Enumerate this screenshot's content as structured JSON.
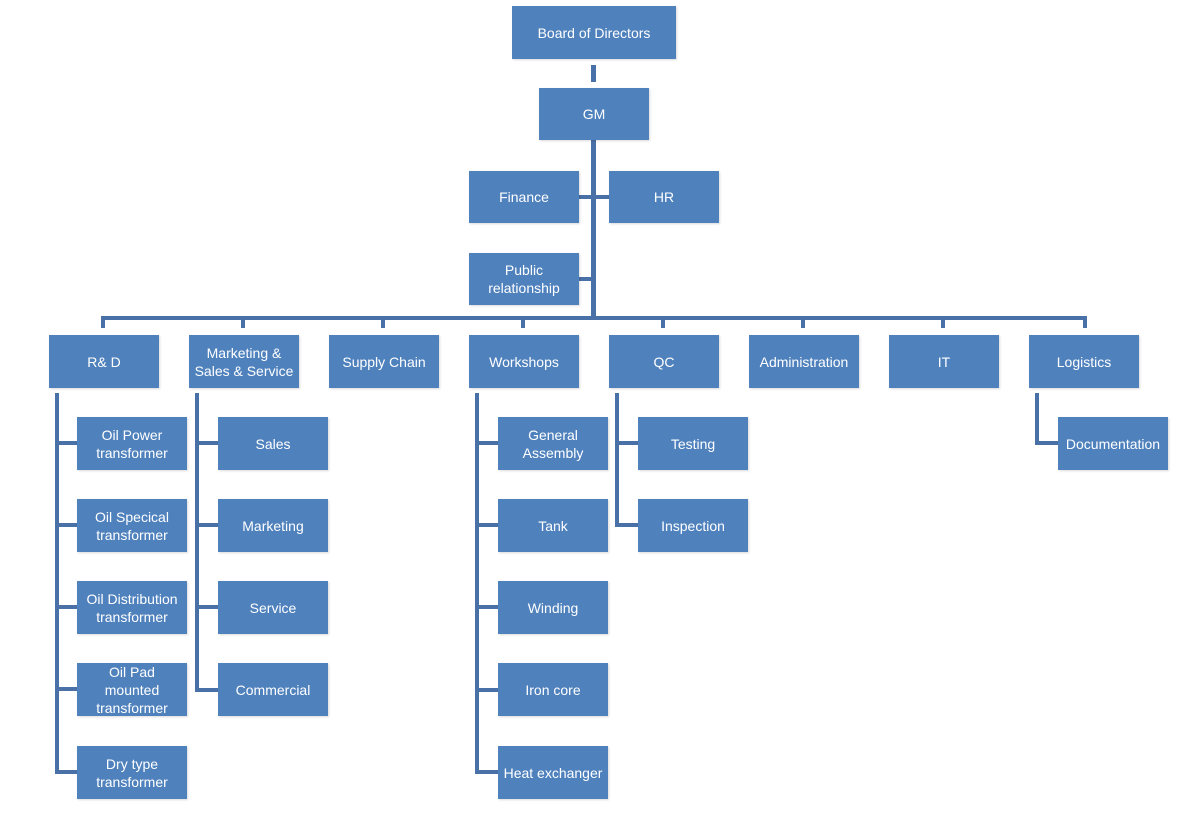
{
  "top": {
    "board": "Board of Directors",
    "gm": "GM"
  },
  "staff": {
    "finance": "Finance",
    "hr": "HR",
    "pr": "Public\nrelationship"
  },
  "departments": [
    {
      "key": "rnd",
      "label": "R& D",
      "children": [
        "Oil Power\ntransformer",
        "Oil Specical\ntransformer",
        "Oil Distribution\ntransformer",
        "Oil Pad mounted\ntransformer",
        "Dry type\ntransformer"
      ]
    },
    {
      "key": "marketing",
      "label": "Marketing &\nSales & Service",
      "children": [
        "Sales",
        "Marketing",
        "Service",
        "Commercial"
      ]
    },
    {
      "key": "supply",
      "label": "Supply Chain",
      "children": []
    },
    {
      "key": "workshops",
      "label": "Workshops",
      "children": [
        "General\nAssembly",
        "Tank",
        "Winding",
        "Iron core",
        "Heat exchanger"
      ]
    },
    {
      "key": "qc",
      "label": "QC",
      "children": [
        "Testing",
        "Inspection"
      ]
    },
    {
      "key": "admin",
      "label": "Administration",
      "children": []
    },
    {
      "key": "it",
      "label": "IT",
      "children": []
    },
    {
      "key": "logistics",
      "label": "Logistics",
      "children": [
        "Documentation"
      ]
    }
  ],
  "colors": {
    "box_fill": "#4f81bd",
    "connector": "#4a70a8",
    "text": "#ffffff"
  }
}
